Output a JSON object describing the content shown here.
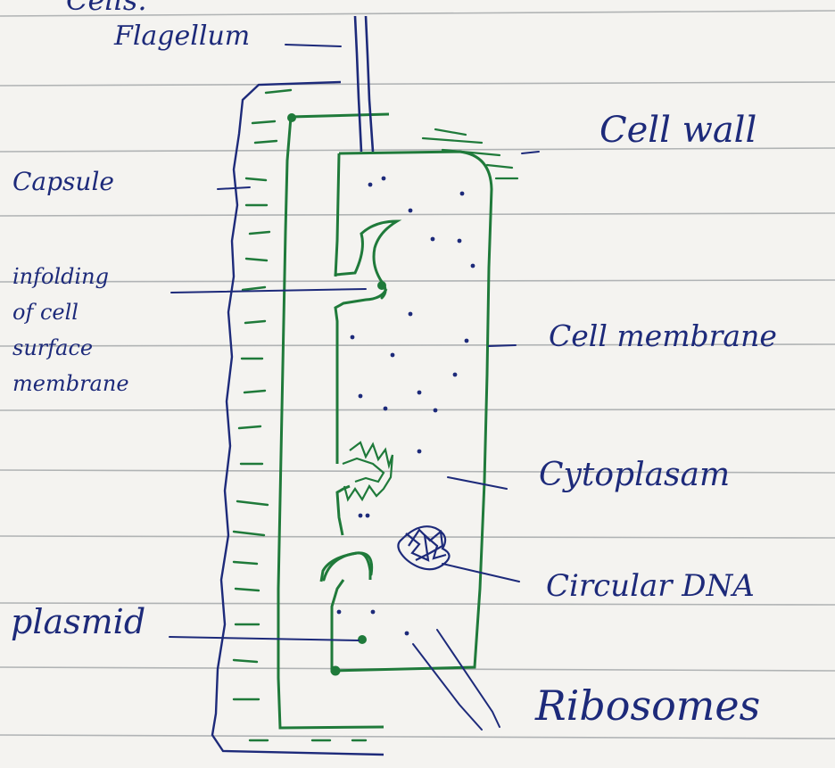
{
  "heading_fragment": "Cells.",
  "labels": {
    "flagellum": "Flagellum",
    "cell_wall": "Cell wall",
    "capsule": "Capsule",
    "infolding_lines": [
      "infolding",
      "of cell",
      "surface",
      "membrane"
    ],
    "cell_membrane": "Cell membrane",
    "cytoplasm": "Cytoplasam",
    "circular_dna": "Circular DNA",
    "plasmid": "plasmid",
    "ribosomes": "Ribosomes"
  },
  "colors": {
    "paper": "#f4f3f0",
    "ruled_line": "#8f9497",
    "ink_blue": "#1d2a7a",
    "ink_green": "#1f7a3a"
  }
}
